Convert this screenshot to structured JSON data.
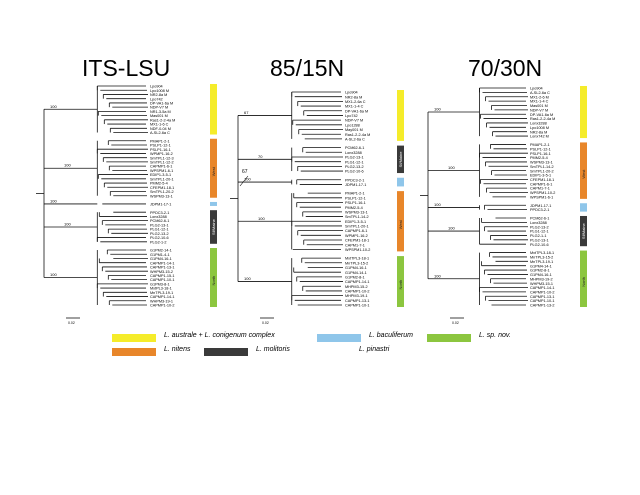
{
  "panels": [
    {
      "title": "ITS-LSU",
      "scale_label": "0.02",
      "clades": [
        {
          "group": "yellow",
          "label": "",
          "taxa": [
            "Lpo904",
            "Lpo1008 M",
            "NR2-8a M",
            "Lpo742",
            "DP-VA1-6a M",
            "NDP-V7 M",
            "NR1-3-5a M",
            "Mas001 M",
            "Ras1-2-2-4a M",
            "MX1-1-6 C",
            "NDF-0-04 M",
            "A-SL2-6a C"
          ]
        },
        {
          "group": "orange",
          "label": "West",
          "taxa": [
            "PMAP1-2-1",
            "PSLP1-12-1",
            "PSLP1-16-1",
            "WPMP1-16-2",
            "SmTPL1-12-3",
            "SmTPL1-12-2",
            "CAPMP1-6-1",
            "WPSPM1-6-1",
            "EDIP1-3-5-1",
            "SmTPL1-20-1",
            "PMM2-5-4",
            "CFEPM1-18-1",
            "SmTPL1-20-2",
            "WSPM3-13-1"
          ]
        },
        {
          "group": "blue",
          "label": "",
          "taxa": [
            "JDPM1-17-1"
          ]
        },
        {
          "group": "black",
          "label": "Sf/Maine",
          "taxa": [
            "PPDC3-2-1",
            "Lonx3288",
            "PCM62-6-1",
            "PLG2-13-1",
            "PLG1-12-1",
            "PLG2-13-2",
            "PLG2-10-6",
            "PLG2-1-2"
          ]
        },
        {
          "group": "green",
          "label": "North",
          "taxa": [
            "G1PM2-14-1",
            "G1PM1-4-1",
            "G1PM4-16-1",
            "CAPMP1-14-1",
            "CAPMP1-13-1",
            "WHPM3-15-2",
            "CAPMP1-15-1",
            "CAPMP1-10-1",
            "G1PM3-8-1",
            "MxtPL3-18-1",
            "MnTPL3-19-1",
            "CAPMP1-14-1",
            "WHPM3-19-1",
            "CAPMP1-10-2"
          ]
        }
      ],
      "bootstrap": [
        "100",
        "100",
        "100",
        "100",
        "100",
        "94",
        "97",
        "99",
        "100",
        "100",
        "100",
        "100",
        "100"
      ]
    },
    {
      "title": "85/15N",
      "scale_label": "0.02",
      "clades": [
        {
          "group": "yellow",
          "label": "",
          "taxa": [
            "Lpo904",
            "NR2-8a M",
            "MX1-2-6a C",
            "MX1-1-4 C",
            "DP-VA1-6a M",
            "Lpo742",
            "NDP-V7 M",
            "Lpo1288",
            "May001 M",
            "Ras1-2-2-4a M",
            "A-SL2-6a C"
          ]
        },
        {
          "group": "black",
          "label": "Sf/Maine",
          "taxa": [
            "PCM62-6-1",
            "Lonx3288",
            "PLG2-13-1",
            "PLG1-12-1",
            "PLG2-13-2",
            "PLG2-10-6"
          ]
        },
        {
          "group": "blue",
          "label": "",
          "taxa": [
            "PPDC3-2-1",
            "JDPM1-17-1"
          ]
        },
        {
          "group": "orange",
          "label": "West",
          "taxa": [
            "PMAP1-2-1",
            "PSLP1-12-1",
            "PSLP1-16-1",
            "PMM2-5-4",
            "WSPM3-13-1",
            "SmTPL1-14-2",
            "EDIP1-3-5-1",
            "SmTPL1-20-1",
            "CAPMP1-6-1",
            "WPMP1-16-2",
            "CFEPM1-18-1",
            "CAPM1-7-1",
            "WPSPM1-10-2"
          ]
        },
        {
          "group": "green",
          "label": "North",
          "taxa": [
            "MxtTPL3-18-1",
            "MnTPL3-15-2",
            "G1PM4-16-1",
            "G1PM4-14-1",
            "G1PM2-8-1",
            "CAPMP1-14-1",
            "MHPM3-15-2",
            "CAPMP1-10-2",
            "MHPM3-19-1",
            "CAPMP1-13-1",
            "CAPMP1-10-1"
          ]
        }
      ],
      "bootstrap": [
        "67",
        "70",
        "100",
        "100",
        "100",
        "71",
        "100",
        "68",
        "100",
        "100",
        "100"
      ],
      "annotation": "67"
    },
    {
      "title": "70/30N",
      "scale_label": "0.02",
      "clades": [
        {
          "group": "yellow",
          "label": "",
          "taxa": [
            "Lpo904",
            "A-SL2-6a C",
            "MX1-2-6 M",
            "MX1-1-4 C",
            "Mas001 M",
            "NDP-V7 M",
            "DP-VA1-6a M",
            "Ras1-2-2-4a M",
            "Lonx3288",
            "Lpo1008 M",
            "NR2-8a M",
            "Lonx742 M"
          ]
        },
        {
          "group": "orange",
          "label": "West",
          "taxa": [
            "PMAP1-2-1",
            "PSLP1-12-1",
            "PSLP1-16-1",
            "PMM2-5-4",
            "WSPM3-13-1",
            "SmTPL1-14-2",
            "SmTPL1-20-2",
            "EDIP1-3-5-1",
            "CFEPM1-18-1",
            "CAPMP1-6-1",
            "CAPM1-7-1",
            "WPSPM1-10-2",
            "WPSPM1-6-1"
          ]
        },
        {
          "group": "blue",
          "label": "",
          "taxa": [
            "JDPM1-17-1",
            "PPDC3-2-1"
          ]
        },
        {
          "group": "black",
          "label": "Sf/Maine",
          "taxa": [
            "PCM62-6-1",
            "Lonx3288",
            "PLG2-13-2",
            "PLG1-12-1",
            "PLG2-1-1",
            "PLG2-13-1",
            "PLG2-10-6"
          ]
        },
        {
          "group": "green",
          "label": "North",
          "taxa": [
            "MxtTPL3-18-1",
            "MnTPL3-15-2",
            "MnTPL3-19-1",
            "G1PM4-14-1",
            "G1PM2-8-1",
            "G1PM4-16-1",
            "MHPM3-19-2",
            "WHPM3-15-1",
            "CAPMP1-14-1",
            "CAPMP1-10-2",
            "CAPMP1-13-1",
            "CAPMP1-10-1",
            "CAPMP1-13-2"
          ]
        }
      ],
      "bootstrap": [
        "100",
        "100",
        "100",
        "100",
        "100",
        "100",
        "100",
        "100",
        "100"
      ]
    }
  ],
  "group_colors": {
    "yellow": "#f5ec2a",
    "orange": "#e8862a",
    "blue": "#8fc6ea",
    "black": "#3a3a3a",
    "green": "#8cc63f"
  },
  "legend": [
    {
      "group": "yellow",
      "label": "L. australe + L. conigenum complex"
    },
    {
      "group": "blue",
      "label": "L. baculiferum"
    },
    {
      "group": "green",
      "label": "L. sp. nov."
    },
    {
      "group": "orange",
      "label": "L. nitens"
    },
    {
      "group": "black",
      "label": "L. molitoris"
    },
    {
      "group": "none",
      "label": "L. pinastri"
    }
  ]
}
